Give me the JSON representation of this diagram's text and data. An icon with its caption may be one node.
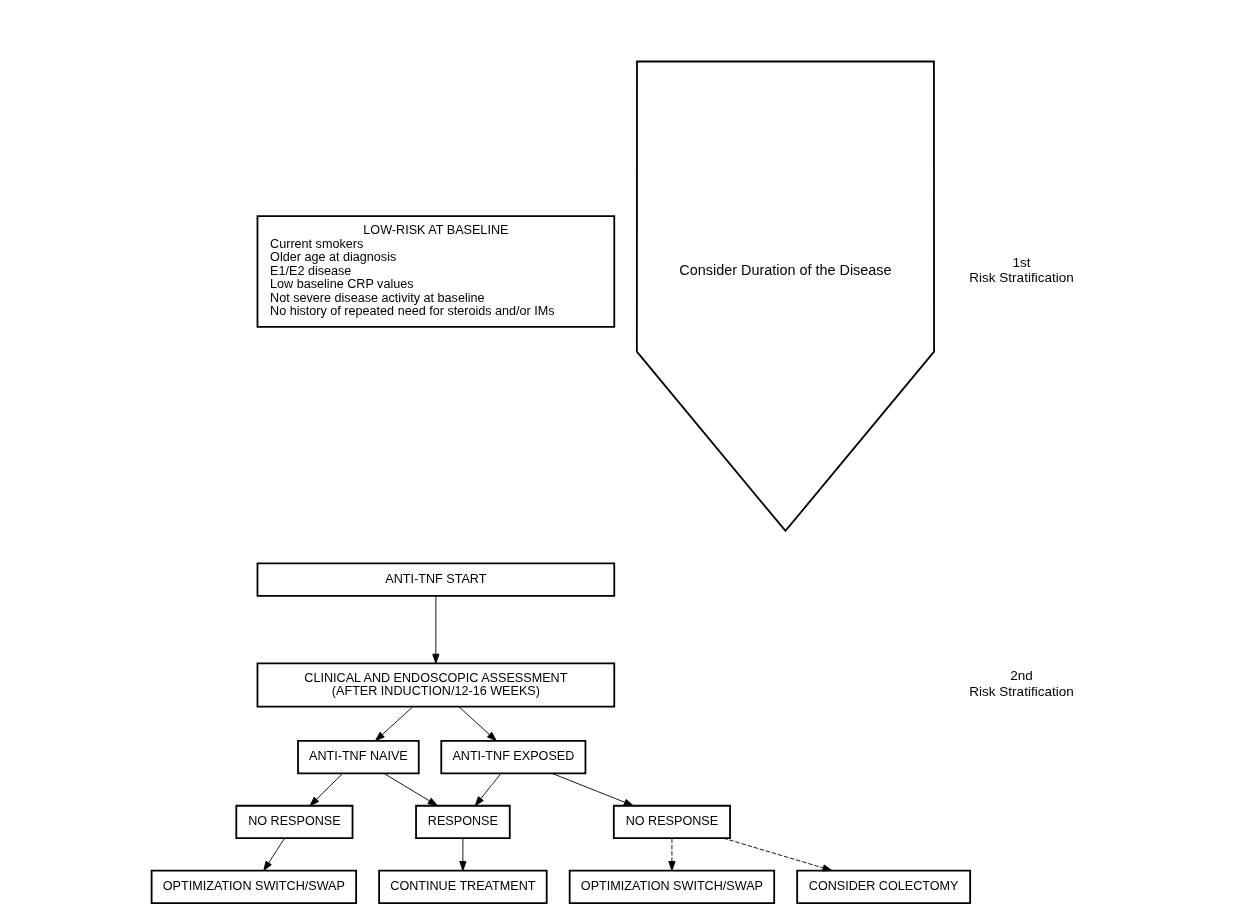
{
  "diagram": {
    "nodes": [
      {
        "text": [
          "LOW-RISK AT BASELINE",
          "Current smokers",
          "Older age at diagnosis",
          "E1/E2 disease",
          "Low baseline CRP values",
          "Not severe disease activity at baseline",
          "No history of repeated need for steroids and/or IMs"
        ]
      },
      {
        "text": [
          "ANTI-TNF START"
        ]
      },
      {
        "text": [
          "CLINICAL AND ENDOSCOPIC ASSESSMENT (AFTER INDUCTION/12-16 WEEKS)"
        ]
      },
      {
        "text": [
          "ANTI-TNF NAIVE"
        ]
      },
      {
        "text": [
          "ANTI-TNF EXPOSED"
        ]
      },
      {
        "text": [
          "NO RESPONSE"
        ]
      },
      {
        "text": [
          "RESPONSE"
        ]
      },
      {
        "text": [
          "NO RESPONSE"
        ]
      },
      {
        "text": [
          "OPTIMIZATION SWITCH/SWAP"
        ]
      },
      {
        "text": [
          "CONTINUE TREATMENT"
        ]
      },
      {
        "text": [
          "OPTIMIZATION SWITCH/SWAP"
        ]
      },
      {
        "text": [
          "CONSIDER COLECTOMY"
        ]
      },
      {
        "text": [
          "Consider Duration of the Disease"
        ]
      }
    ],
    "edges": [
      {
        "from": 1,
        "to": 2,
        "arrow": "to"
      },
      {
        "from": 2,
        "to": 3,
        "arrow": "to"
      },
      {
        "from": 2,
        "to": 4,
        "arrow": "to"
      },
      {
        "from": 3,
        "to": 5,
        "arrow": "to"
      },
      {
        "from": 3,
        "to": 6,
        "arrow": "to"
      },
      {
        "from": 4,
        "to": 6,
        "arrow": "to"
      },
      {
        "from": 4,
        "to": 7,
        "arrow": "to"
      },
      {
        "from": 5,
        "to": 8,
        "arrow": "to"
      },
      {
        "from": 6,
        "to": 9,
        "arrow": "to"
      },
      {
        "from": 7,
        "to": 10,
        "arrow": "to",
        "style": "dashed"
      },
      {
        "from": 7,
        "to": 11,
        "arrow": "to",
        "style": "dashed"
      }
    ],
    "labels": [
      "1st Risk Stratification",
      "2nd Risk Stratification"
    ]
  }
}
